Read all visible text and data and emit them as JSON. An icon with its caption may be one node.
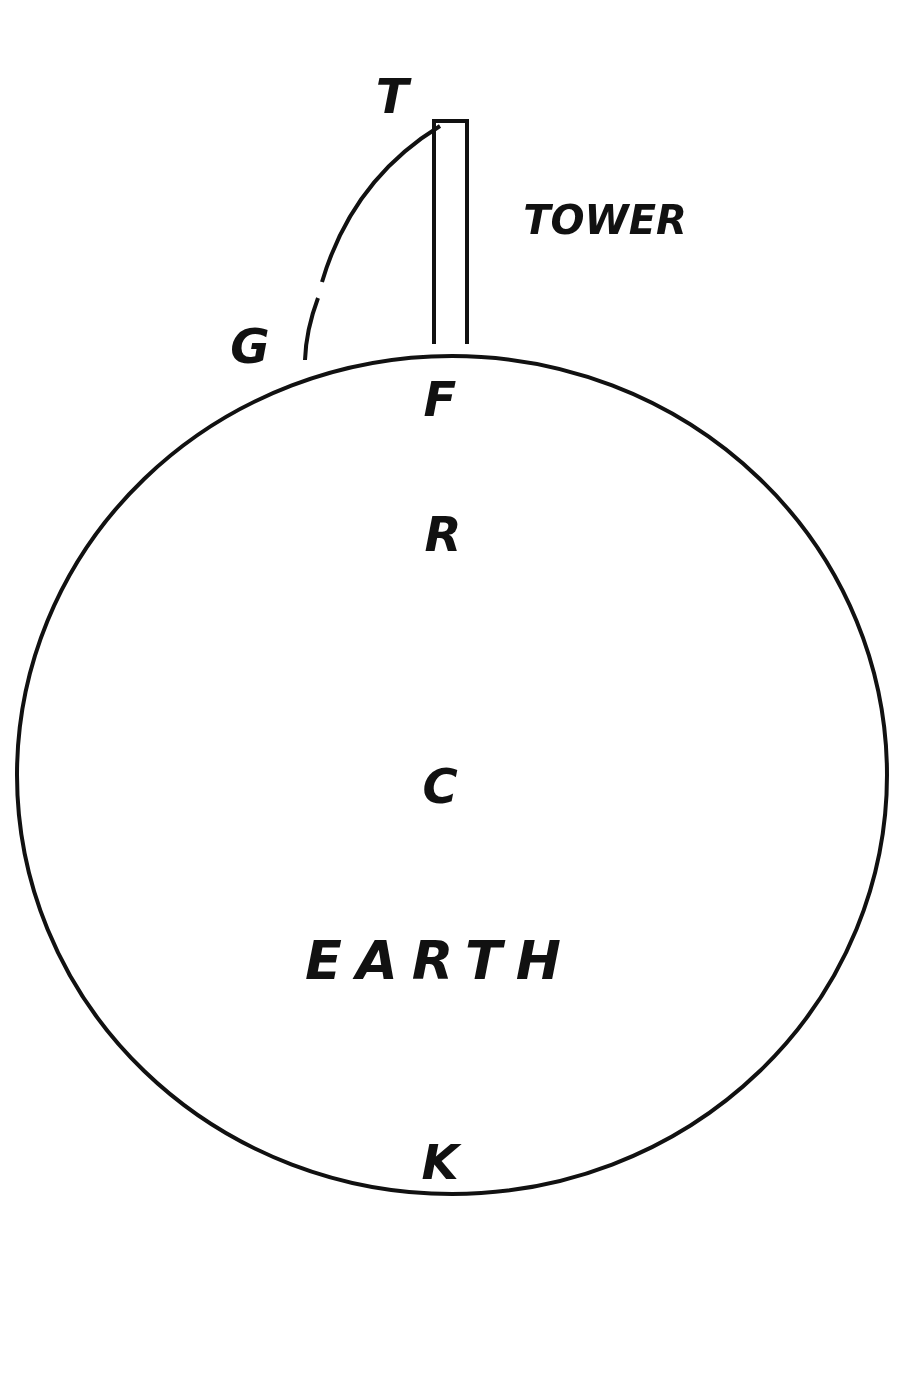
{
  "diagram": {
    "nodes": [
      {
        "text": [
          "EARTH"
        ]
      },
      {
        "text": [],
        "shape": "bar",
        "beside": [
          "TOWER"
        ]
      }
    ],
    "labels": [
      "T",
      "G",
      "F",
      "R",
      "C",
      "K"
    ]
  }
}
